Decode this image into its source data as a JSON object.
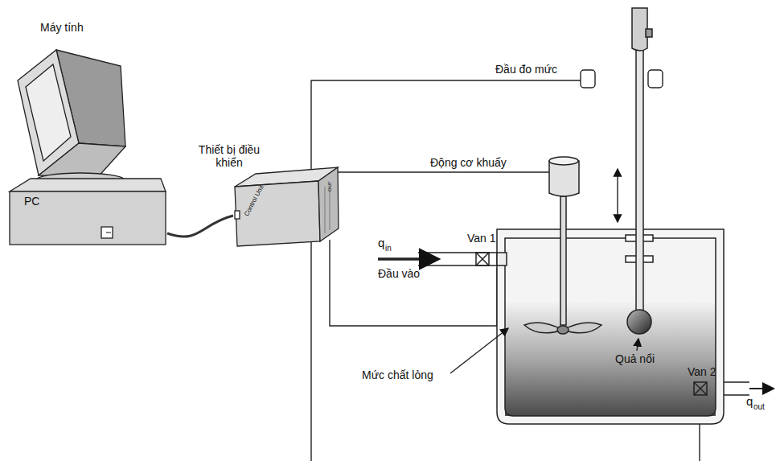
{
  "diagram": {
    "nodes": [
      {
        "text": [
          "Máy tính",
          "PC"
        ]
      },
      {
        "text": [
          "Thiết bị điều khiển",
          "Control Unit"
        ]
      }
    ],
    "edges": [
      {
        "from": 0,
        "to": 1,
        "arrow": "none"
      }
    ],
    "labels": [
      "OUT",
      "Đầu đo mức",
      "Động cơ khuấy",
      "q",
      "in",
      "Đầu vào",
      "Van 1",
      "Mức chất lỏng",
      "Quả nổi",
      "Van 2",
      "q",
      "out"
    ]
  }
}
